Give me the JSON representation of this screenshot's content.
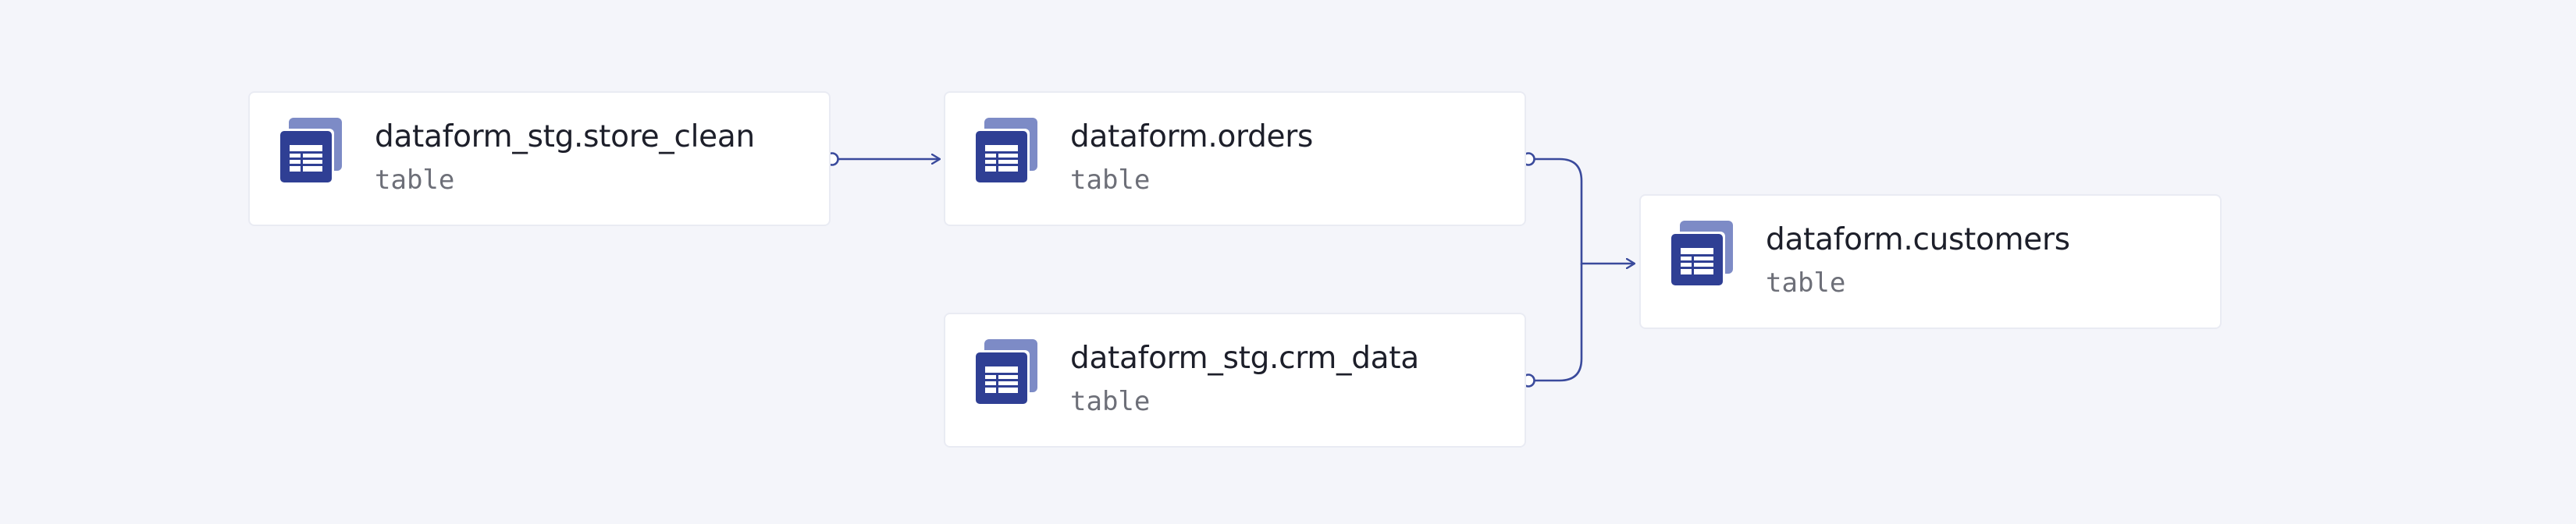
{
  "diagram": {
    "nodes": [
      {
        "id": "store_clean",
        "name": "dataform_stg.store_clean",
        "type": "table"
      },
      {
        "id": "orders",
        "name": "dataform.orders",
        "type": "table"
      },
      {
        "id": "crm_data",
        "name": "dataform_stg.crm_data",
        "type": "table"
      },
      {
        "id": "customers",
        "name": "dataform.customers",
        "type": "table"
      }
    ],
    "edges": [
      {
        "from": "store_clean",
        "to": "orders"
      },
      {
        "from": "orders",
        "to": "customers"
      },
      {
        "from": "crm_data",
        "to": "customers"
      }
    ],
    "icon": "table-icon",
    "colors": {
      "background": "#f4f5fa",
      "node_fill": "#ffffff",
      "node_border": "#e9ebf3",
      "icon_front": "#2f3f94",
      "icon_back": "#7d8bc6",
      "edge": "#3a4a9c",
      "name_text": "#1d1f2a",
      "type_text": "#6d6f78"
    }
  }
}
